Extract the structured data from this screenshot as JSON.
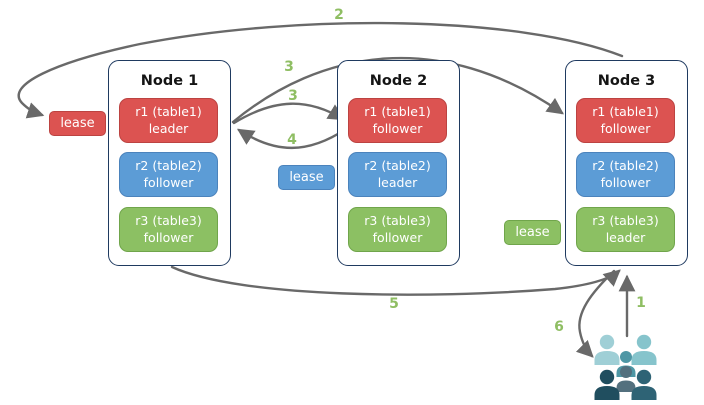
{
  "nodes": [
    {
      "title": "Node 1",
      "replicas": [
        {
          "name": "r1 (table1)",
          "role": "leader"
        },
        {
          "name": "r2 (table2)",
          "role": "follower"
        },
        {
          "name": "r3 (table3)",
          "role": "follower"
        }
      ]
    },
    {
      "title": "Node 2",
      "replicas": [
        {
          "name": "r1 (table1)",
          "role": "follower"
        },
        {
          "name": "r2 (table2)",
          "role": "leader"
        },
        {
          "name": "r3 (table3)",
          "role": "follower"
        }
      ]
    },
    {
      "title": "Node 3",
      "replicas": [
        {
          "name": "r1 (table1)",
          "role": "follower"
        },
        {
          "name": "r2 (table2)",
          "role": "follower"
        },
        {
          "name": "r3 (table3)",
          "role": "leader"
        }
      ]
    }
  ],
  "leases": [
    {
      "label": "lease",
      "color": "#DC5351"
    },
    {
      "label": "lease",
      "color": "#5C9CD6"
    },
    {
      "label": "lease",
      "color": "#8CC063"
    }
  ],
  "steps": [
    "1",
    "2",
    "3",
    "3",
    "4",
    "5",
    "6"
  ],
  "icons": {
    "users_group": "users-group-icon"
  },
  "colors": {
    "replica_red": "#DC5351",
    "replica_blue": "#5C9CD6",
    "replica_green": "#8CC063",
    "step_label_green": "#8FBE63",
    "arrow_gray": "#696969",
    "node_border_navy": "#1F3A60",
    "people_light_teal": "#9FCFD6",
    "people_dark_teal": "#204E5F"
  }
}
